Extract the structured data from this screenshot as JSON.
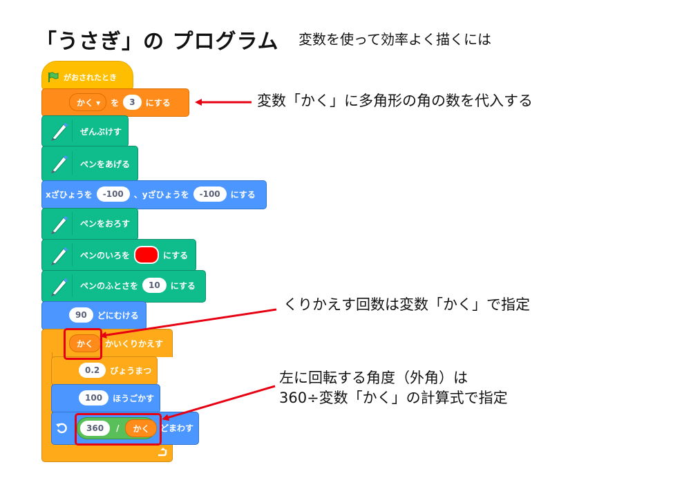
{
  "title": "「うさぎ」の プログラム",
  "subtitle": "変数を使って効率よく描くには",
  "annotations": {
    "set_var": "変数「かく」に多角形の角の数を代入する",
    "repeat": "くりかえす回数は変数「かく」で指定",
    "turn_line1": "左に回転する角度（外角）は",
    "turn_line2": "360÷変数「かく」の計算式で指定"
  },
  "blocks": {
    "flag": "がおされたとき",
    "set_var": {
      "var": "かく ▾",
      "wo": "を",
      "value": "3",
      "suffix": "にする"
    },
    "clear": "ぜんぶけす",
    "pen_up": "ペンをあげる",
    "goto": {
      "x_label": "xざひょうを",
      "x": "-100",
      "sep": "、yざひょうを",
      "y": "-100",
      "suffix": "にする"
    },
    "pen_down": "ペンをおろす",
    "pen_color": {
      "label": "ペンのいろを",
      "suffix": "にする",
      "color": "#FF0000"
    },
    "pen_size": {
      "label": "ペンのふとさを",
      "value": "10",
      "suffix": "にする"
    },
    "point": {
      "value": "90",
      "suffix": "どにむける"
    },
    "repeat": {
      "var": "かく",
      "suffix": "かいくりかえす"
    },
    "wait": {
      "value": "0.2",
      "suffix": "びょうまつ"
    },
    "move": {
      "value": "100",
      "suffix": "ほうごかす"
    },
    "turn": {
      "numerator": "360",
      "op": "/",
      "denominator": "かく",
      "suffix": "どまわす"
    }
  },
  "colors": {
    "events": "#FFBF00",
    "variables": "#FF8C1A",
    "pen": "#0FBD8C",
    "motion": "#4C97FF",
    "control": "#FFAB19",
    "operators": "#59C059",
    "highlight": "#E60012"
  }
}
